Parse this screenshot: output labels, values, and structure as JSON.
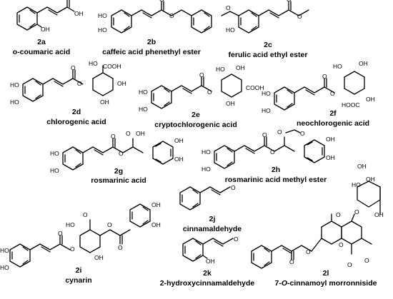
{
  "figure": {
    "compounds": [
      {
        "id": "2a",
        "name": "o-coumaric acid"
      },
      {
        "id": "2b",
        "name": "caffeic acid phenethyl ester"
      },
      {
        "id": "2c",
        "name": "ferulic acid ethyl ester"
      },
      {
        "id": "2d",
        "name": "chlorogenic acid"
      },
      {
        "id": "2e",
        "name": "cryptochlorogenic acid"
      },
      {
        "id": "2f",
        "name": "neochlorogenic acid"
      },
      {
        "id": "2g",
        "name": "rosmarinic acid"
      },
      {
        "id": "2h",
        "name": "rosmarinic acid methyl ester"
      },
      {
        "id": "2i",
        "name": "cynarin"
      },
      {
        "id": "2j",
        "name": "cinnamaldehyde"
      },
      {
        "id": "2k",
        "name": "2-hydroxycinnamaldehyde"
      },
      {
        "id": "2l",
        "name": "7-O-cinnamoyl morronniside",
        "name_parts": [
          "7-",
          "O",
          "-cinnamoyl morronniside"
        ]
      }
    ],
    "atoms": {
      "oh": "OH",
      "ho": "HO",
      "o": "O",
      "cooh": "COOH",
      "hooc": "HOOC"
    }
  }
}
